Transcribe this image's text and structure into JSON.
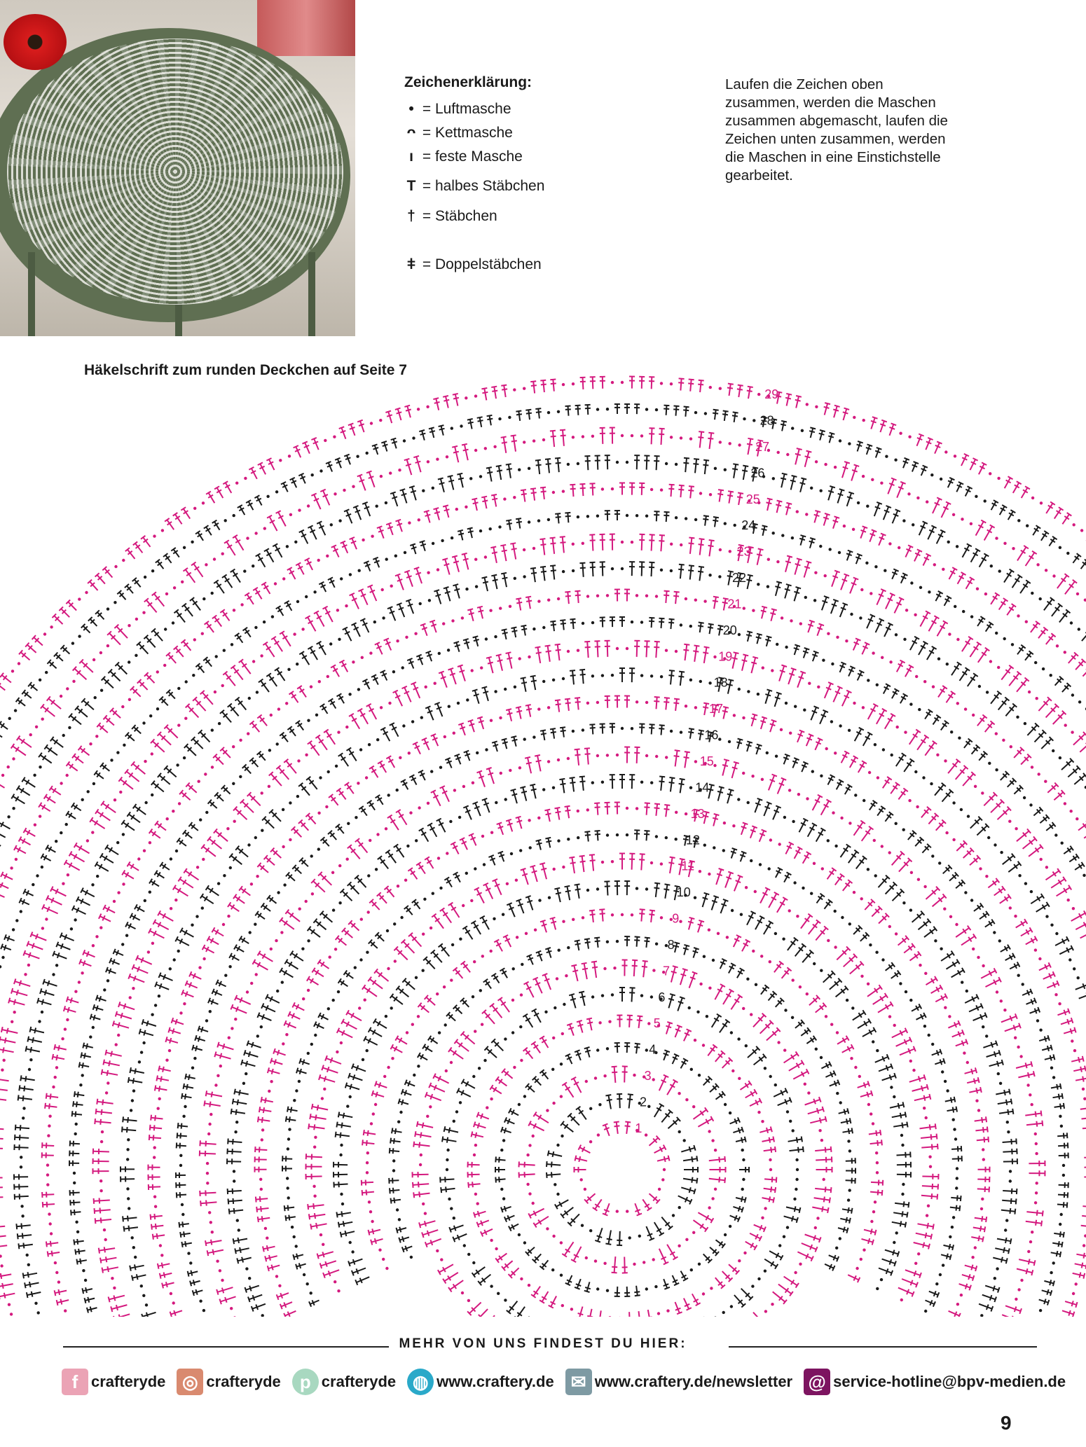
{
  "legend": {
    "title": "Zeichenerklärung:",
    "items": [
      {
        "symbol": "•",
        "label": "= Luftmasche"
      },
      {
        "symbol": "ᴖ",
        "label": "= Kettmasche"
      },
      {
        "symbol": "ı",
        "label": "= feste Masche"
      },
      {
        "symbol": "T",
        "label": "= halbes Stäbchen"
      },
      {
        "symbol": "†",
        "label": "= Stäbchen"
      },
      {
        "symbol": "ǂ",
        "label": "= Doppelstäbchen"
      }
    ]
  },
  "note": "Laufen die Zeichen oben zusammen, werden die Maschen zusammen abgemascht, laufen die Zeichen unten zusammen, werden die Maschen in eine Einstichstelle gearbeitet.",
  "caption": "Häkelschrift zum runden Deckchen auf Seite 7",
  "chart_data": {
    "type": "diagram",
    "title": "Häkelschrift zum runden Deckchen",
    "row_labels": [
      "1",
      "2",
      "3",
      "4",
      "5",
      "6",
      "7",
      "8",
      "9",
      "10",
      "11",
      "12",
      "13",
      "14",
      "15",
      "16",
      "17",
      "18",
      "19",
      "20",
      "21",
      "22",
      "23",
      "24",
      "25",
      "26",
      "27",
      "28",
      "29"
    ],
    "colors": {
      "odd": "#d4197e",
      "even": "#1a1a1a"
    }
  },
  "footer": {
    "heading": "MEHR VON UNS FINDEST DU HIER:",
    "items": [
      {
        "icon": "facebook-icon",
        "label": "crafteryde",
        "color": "#eba3b5",
        "glyph": "f"
      },
      {
        "icon": "instagram-icon",
        "label": "crafteryde",
        "color": "#d98a6f",
        "glyph": "◎"
      },
      {
        "icon": "pinterest-icon",
        "label": "crafteryde",
        "color": "#a8d8c0",
        "glyph": "p"
      },
      {
        "icon": "globe-icon",
        "label": "www.craftery.de",
        "color": "#2aa9c9",
        "glyph": "◍"
      },
      {
        "icon": "mail-icon",
        "label": "www.craftery.de/newsletter",
        "color": "#7e9aa3",
        "glyph": "✉"
      },
      {
        "icon": "at-icon",
        "label": "service-hotline@bpv-medien.de",
        "color": "#7d1460",
        "glyph": "@"
      }
    ]
  },
  "page_number": "9"
}
